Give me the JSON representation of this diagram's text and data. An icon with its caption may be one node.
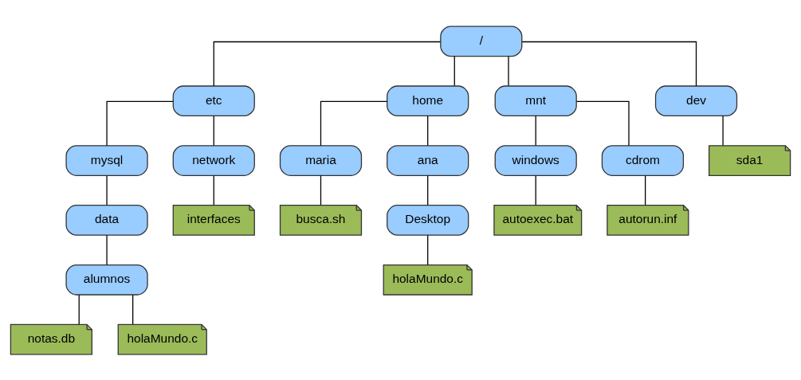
{
  "diagram": {
    "nodes": [
      {
        "text": [
          "/"
        ]
      },
      {
        "text": [
          "etc"
        ]
      },
      {
        "text": [
          "home"
        ]
      },
      {
        "text": [
          "mnt"
        ]
      },
      {
        "text": [
          "dev"
        ]
      },
      {
        "text": [
          "mysql"
        ]
      },
      {
        "text": [
          "network"
        ]
      },
      {
        "text": [
          "maria"
        ]
      },
      {
        "text": [
          "ana"
        ]
      },
      {
        "text": [
          "windows"
        ]
      },
      {
        "text": [
          "cdrom"
        ]
      },
      {
        "text": [
          "sda1"
        ]
      },
      {
        "text": [
          "data"
        ]
      },
      {
        "text": [
          "interfaces"
        ]
      },
      {
        "text": [
          "busca.sh"
        ]
      },
      {
        "text": [
          "Desktop"
        ]
      },
      {
        "text": [
          "autoexec.bat"
        ]
      },
      {
        "text": [
          "autorun.inf"
        ]
      },
      {
        "text": [
          "alumnos"
        ]
      },
      {
        "text": [
          "holaMundo.c"
        ]
      },
      {
        "text": [
          "notas.db"
        ]
      },
      {
        "text": [
          "holaMundo.c"
        ]
      }
    ],
    "edges": [
      {
        "from": 0,
        "to": 1,
        "arrow": "none"
      },
      {
        "from": 0,
        "to": 2,
        "arrow": "none"
      },
      {
        "from": 0,
        "to": 3,
        "arrow": "none"
      },
      {
        "from": 0,
        "to": 4,
        "arrow": "none"
      },
      {
        "from": 1,
        "to": 5,
        "arrow": "none"
      },
      {
        "from": 1,
        "to": 6,
        "arrow": "none"
      },
      {
        "from": 2,
        "to": 7,
        "arrow": "none"
      },
      {
        "from": 2,
        "to": 8,
        "arrow": "none"
      },
      {
        "from": 3,
        "to": 9,
        "arrow": "none"
      },
      {
        "from": 3,
        "to": 10,
        "arrow": "none"
      },
      {
        "from": 4,
        "to": 11,
        "arrow": "none"
      },
      {
        "from": 5,
        "to": 12,
        "arrow": "none"
      },
      {
        "from": 6,
        "to": 13,
        "arrow": "none"
      },
      {
        "from": 7,
        "to": 14,
        "arrow": "none"
      },
      {
        "from": 8,
        "to": 15,
        "arrow": "none"
      },
      {
        "from": 9,
        "to": 16,
        "arrow": "none"
      },
      {
        "from": 10,
        "to": 17,
        "arrow": "none"
      },
      {
        "from": 12,
        "to": 18,
        "arrow": "none"
      },
      {
        "from": 15,
        "to": 19,
        "arrow": "none"
      },
      {
        "from": 18,
        "to": 20,
        "arrow": "none"
      },
      {
        "from": 18,
        "to": 21,
        "arrow": "none"
      }
    ]
  }
}
